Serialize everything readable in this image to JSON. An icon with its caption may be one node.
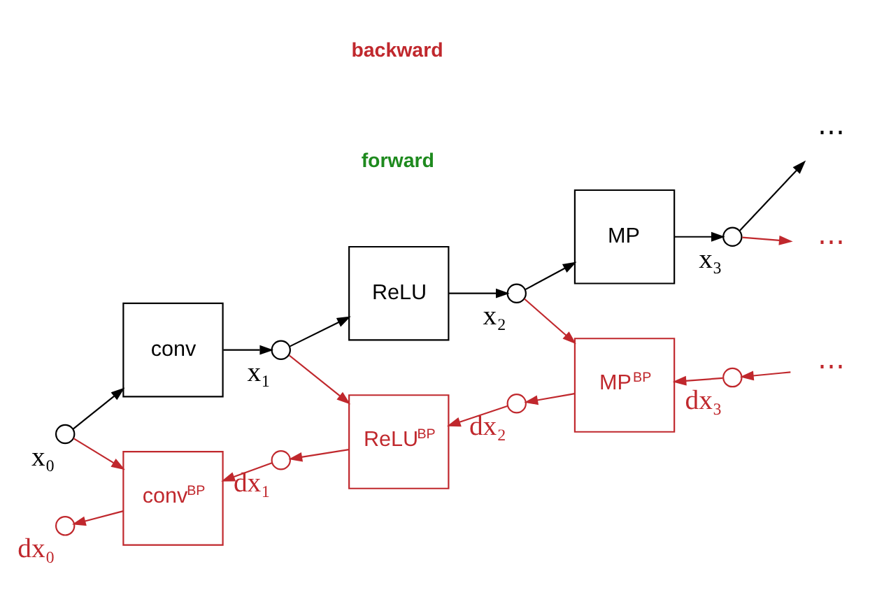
{
  "diagram": {
    "nodes": [
      {
        "text": [],
        "shape": "circle",
        "beside": [
          "x₀"
        ]
      },
      {
        "text": [
          "conv"
        ]
      },
      {
        "text": [],
        "shape": "circle",
        "beside": [
          "x₁"
        ]
      },
      {
        "text": [
          "ReLU"
        ]
      },
      {
        "text": [],
        "shape": "circle",
        "beside": [
          "x₂"
        ]
      },
      {
        "text": [
          "MP"
        ]
      },
      {
        "text": [],
        "shape": "circle",
        "beside": [
          "x₃"
        ]
      },
      {
        "text": [
          "⋯"
        ]
      },
      {
        "text": [
          "⋯"
        ]
      },
      {
        "text": [],
        "shape": "circle",
        "beside": [
          "dx₀"
        ]
      },
      {
        "text": [
          "conv$^{BP}$"
        ]
      },
      {
        "text": [],
        "shape": "circle",
        "beside": [
          "dx₁"
        ]
      },
      {
        "text": [
          "ReLU$^{BP}$"
        ]
      },
      {
        "text": [],
        "shape": "circle",
        "beside": [
          "dx₂"
        ]
      },
      {
        "text": [
          "MP$^{BP}$"
        ]
      },
      {
        "text": [],
        "shape": "circle",
        "beside": [
          "dx₃"
        ]
      },
      {
        "text": [
          "⋯"
        ]
      }
    ],
    "edges": [
      {
        "from": 0,
        "to": 1,
        "arrow": "to",
        "color": "#000000"
      },
      {
        "from": 1,
        "to": 2,
        "arrow": "to",
        "color": "#000000"
      },
      {
        "from": 2,
        "to": 3,
        "arrow": "to",
        "color": "#000000"
      },
      {
        "from": 3,
        "to": 4,
        "arrow": "to",
        "color": "#000000"
      },
      {
        "from": 4,
        "to": 5,
        "arrow": "to",
        "color": "#000000"
      },
      {
        "from": 5,
        "to": 6,
        "arrow": "to",
        "color": "#000000"
      },
      {
        "from": 6,
        "to": 7,
        "arrow": "to",
        "color": "#000000"
      },
      {
        "from": 0,
        "to": 10,
        "arrow": "to"
      },
      {
        "from": 2,
        "to": 12,
        "arrow": "to"
      },
      {
        "from": 4,
        "to": 14,
        "arrow": "to"
      },
      {
        "from": 6,
        "to": 8,
        "arrow": "to"
      },
      {
        "from": 16,
        "to": 15,
        "arrow": "to"
      },
      {
        "from": 15,
        "to": 14,
        "arrow": "to"
      },
      {
        "from": 14,
        "to": 13,
        "arrow": "to"
      },
      {
        "from": 13,
        "to": 12,
        "arrow": "to"
      },
      {
        "from": 12,
        "to": 11,
        "arrow": "to"
      },
      {
        "from": 11,
        "to": 10,
        "arrow": "to"
      },
      {
        "from": 10,
        "to": 9,
        "arrow": "to"
      }
    ],
    "labels": [
      "forward",
      "backward"
    ]
  }
}
